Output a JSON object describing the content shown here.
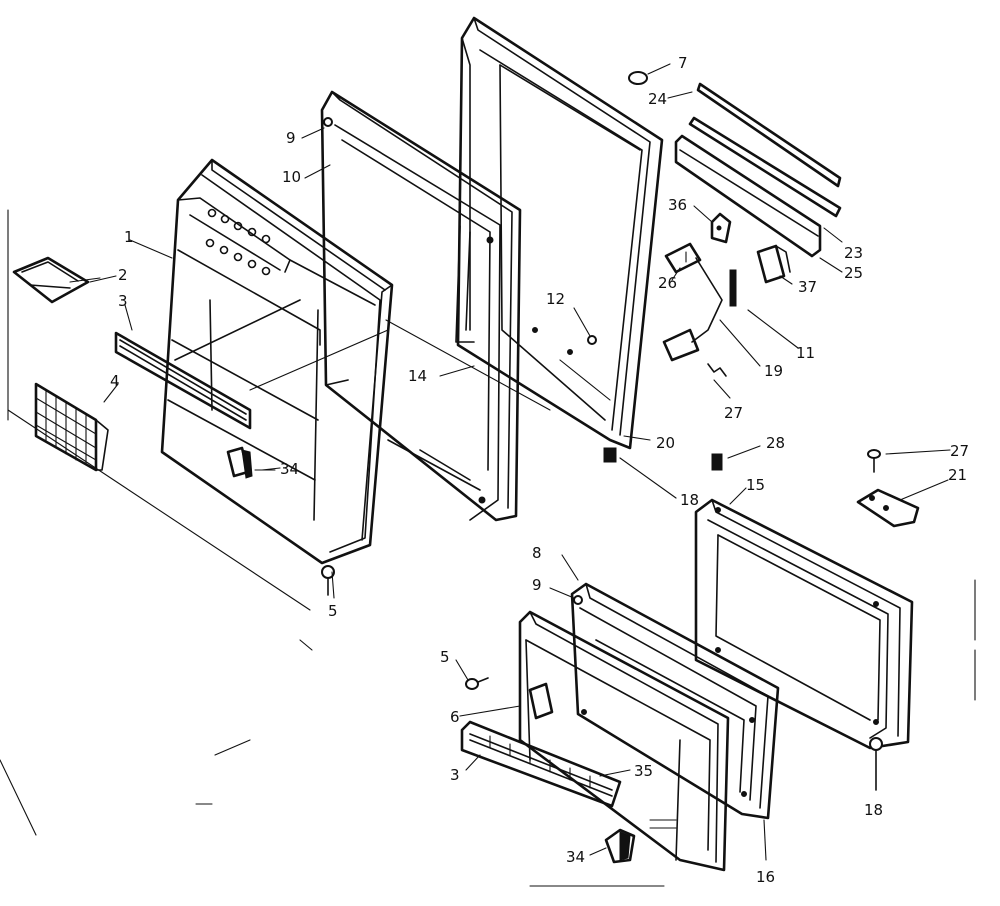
{
  "diagram": {
    "callouts": {
      "c1": "1",
      "c2": "2",
      "c3a": "3",
      "c4": "4",
      "c5a": "5",
      "c34a": "34",
      "c9a": "9",
      "c10": "10",
      "c14": "14",
      "c7": "7",
      "c24": "24",
      "c36": "36",
      "c23": "23",
      "c25": "25",
      "c26": "26",
      "c37": "37",
      "c12": "12",
      "c11": "11",
      "c19": "19",
      "c27a": "27",
      "c20": "20",
      "c28": "28",
      "c18a": "18",
      "c27b": "27",
      "c21": "21",
      "c15": "15",
      "c8": "8",
      "c9b": "9",
      "c5b": "5",
      "c6": "6",
      "c3b": "3",
      "c35": "35",
      "c34b": "34",
      "c16": "16",
      "c18b": "18"
    }
  }
}
